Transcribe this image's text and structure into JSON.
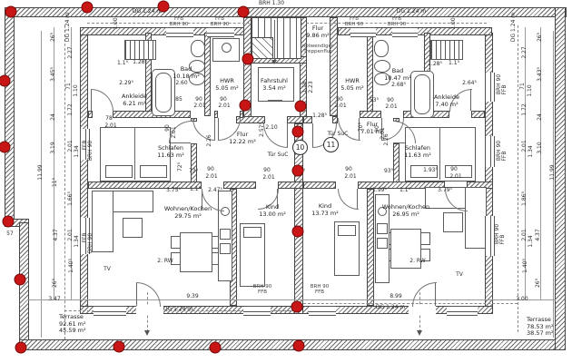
{
  "drawing_type": "floor-plan",
  "colors": {
    "marker": "#c81616",
    "wall_line": "#474747",
    "paper": "#ffffff"
  },
  "labels": {
    "brh_top": "BRH 1.30",
    "tuer_left": "Tür SuC",
    "tuer_right": "Tür SuC",
    "apt_left": "10",
    "apt_right": "11",
    "rw": "2. RW",
    "tv": "TV",
    "stair_note_1": "notwendiger",
    "stair_note_2": "Treppenflur"
  },
  "windows": {
    "ffb": "FFB",
    "brh": "BRH 90"
  },
  "rooms": {
    "ankleide_l": {
      "name": "Ankleide",
      "area": "6.21 m²"
    },
    "bad_l": {
      "name": "Bad",
      "area": "10.18 m²"
    },
    "hwr_l": {
      "name": "HWR",
      "area": "5.05 m²"
    },
    "flur_core": {
      "name": "Flur",
      "area": "9.86 m²"
    },
    "fahrstuhl": {
      "name": "Fahrstuhl",
      "area": "3.54 m²"
    },
    "flur_l": {
      "name": "Flur",
      "area": "12.22 m²"
    },
    "schlafen_l": {
      "name": "Schlafen",
      "area": "11.63 m²"
    },
    "wohnen_l": {
      "name": "Wohnen/Kochen",
      "area": "29.75 m²"
    },
    "kind_l": {
      "name": "Kind",
      "area": "13.00 m²"
    },
    "hwr_r": {
      "name": "HWR",
      "area": "5.05 m²"
    },
    "bad_r": {
      "name": "Bad",
      "area": "10.47 m²"
    },
    "ankleide_r": {
      "name": "Ankleide",
      "area": "7.40 m²"
    },
    "flur_r": {
      "name": "Flur",
      "area": "7.01 m²"
    },
    "schlafen_r": {
      "name": "Schlafen",
      "area": "11.63 m²"
    },
    "kind_r": {
      "name": "Kind",
      "area": "13.73 m²"
    },
    "wohnen_r": {
      "name": "Wohnen/Kochen",
      "area": "26.95 m²"
    },
    "terrasse_l": {
      "name": "Terrasse",
      "area1": "92.61 m²",
      "area2": "45.59 m²"
    },
    "terrasse_r": {
      "name": "Terrasse",
      "area1": "78.53 m²",
      "area2": "38.57 m²"
    }
  },
  "dims": {
    "top": [
      "BRH 1.30",
      "DG 1.24 m",
      "1.00",
      "1.00",
      "DG 1.24 m"
    ],
    "left": [
      "DG 1.24 m",
      "26⁵",
      "2.27",
      "3.45⁵",
      "71",
      "1.10",
      "1.72",
      "24",
      "2.01",
      "1.34",
      "3.19",
      "11⁵",
      "1.66⁵",
      "2.01",
      "1.34",
      "4.37",
      "1.40⁵",
      "26⁵",
      "11.99",
      "57"
    ],
    "right": [
      "DG 1.24 m",
      "26⁵",
      "2.27",
      "3.43⁵",
      "71",
      "1.10",
      "1.72",
      "24",
      "2.01",
      "1.34",
      "3.10",
      "1.86⁵",
      "2.01",
      "1.34",
      "4.37",
      "1.40⁵",
      "26⁵",
      "11.99"
    ],
    "bottom": [
      "3.47",
      "9.39",
      "DG 1.24 m",
      "8.99",
      "3.00",
      "DG 1.24 m"
    ],
    "il": [
      "1.1⁵",
      "1.28⁵",
      "2.29⁵",
      "2.60",
      "85",
      "90",
      "2.01",
      "90",
      "2.01",
      "78",
      "2.01",
      "90",
      "2.01",
      "2.26",
      "72⁵",
      "73⁵",
      "90",
      "2.01",
      "3.75⁵",
      "1.1⁵",
      "2.47⁵",
      "2.10",
      "2.57⁵",
      "1.28⁵",
      "90",
      "2.01",
      "82⁵"
    ],
    "ir": [
      "1.28⁵",
      "1.1⁵",
      "2.68⁵",
      "2.64⁵",
      "53⁵",
      "90",
      "2.01",
      "90",
      "2.01",
      "70⁵",
      "2.26",
      "90",
      "2.01",
      "1.18",
      "2.23",
      "93⁵",
      "90",
      "2.01",
      "1.99⁵",
      "1.1⁵",
      "3.79⁵",
      "90",
      "2.01",
      "1.93⁵"
    ]
  }
}
